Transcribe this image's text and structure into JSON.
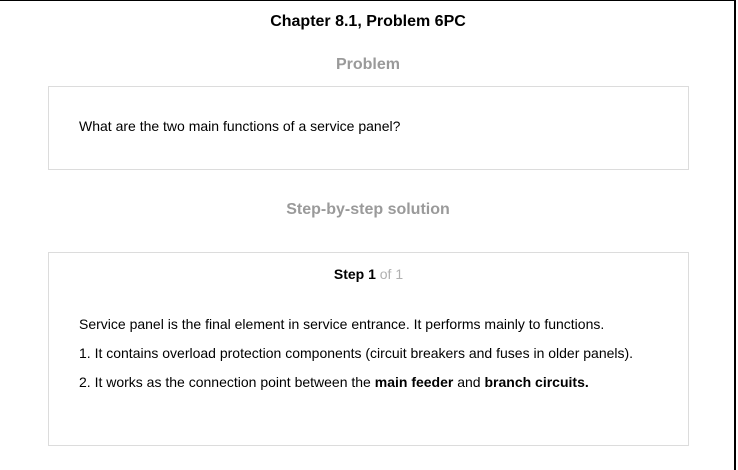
{
  "header": {
    "chapter_title": "Chapter 8.1, Problem 6PC"
  },
  "problem": {
    "heading": "Problem",
    "text": "What are the two main functions of a service panel?"
  },
  "solution": {
    "heading": "Step-by-step solution",
    "step": {
      "label": "Step 1",
      "total": "of 1"
    },
    "lines": {
      "intro": "Service panel is the final element in service entrance. It performs mainly to functions.",
      "point1": "1. It contains overload protection components (circuit breakers and fuses in older panels).",
      "point2_prefix": "2. It works as the connection point between the ",
      "point2_bold1": "main feeder",
      "point2_mid": " and ",
      "point2_bold2": "branch circuits."
    }
  }
}
